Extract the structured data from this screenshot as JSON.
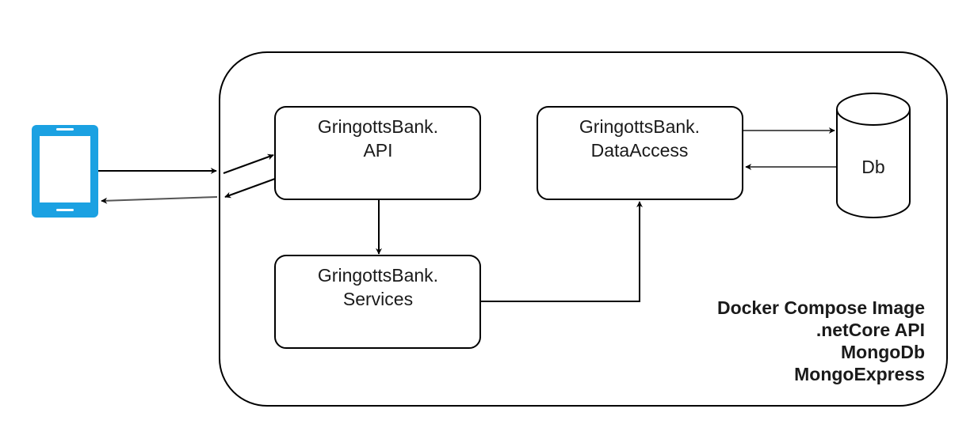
{
  "colors": {
    "stroke": "#000000",
    "background": "#ffffff",
    "phone": "#1ba1e2"
  },
  "icons": {
    "client": "mobile-phone-icon"
  },
  "nodes": {
    "api": {
      "line1": "GringottsBank.",
      "line2": "API"
    },
    "data_access": {
      "line1": "GringottsBank.",
      "line2": "DataAccess"
    },
    "services": {
      "line1": "GringottsBank.",
      "line2": "Services"
    },
    "db": {
      "label": "Db"
    }
  },
  "container": {
    "lines": [
      "Docker Compose Image",
      ".netCore API",
      "MongoDb",
      "MongoExpress"
    ]
  }
}
